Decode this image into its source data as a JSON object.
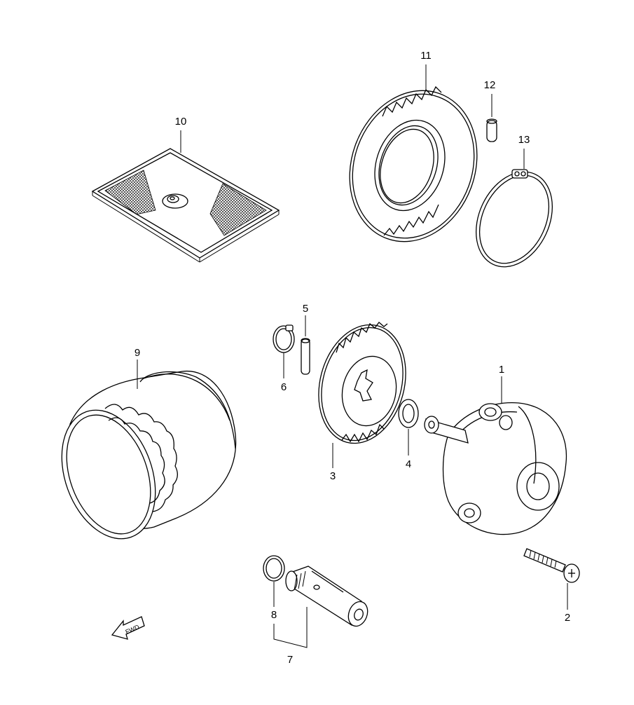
{
  "callouts": {
    "c1": "1",
    "c2": "2",
    "c3": "3",
    "c4": "4",
    "c5": "5",
    "c6": "6",
    "c7": "7",
    "c8": "8",
    "c9": "9",
    "c10": "10",
    "c11": "11",
    "c12": "12",
    "c13": "13"
  },
  "direction_arrow": {
    "text": "FWD"
  }
}
